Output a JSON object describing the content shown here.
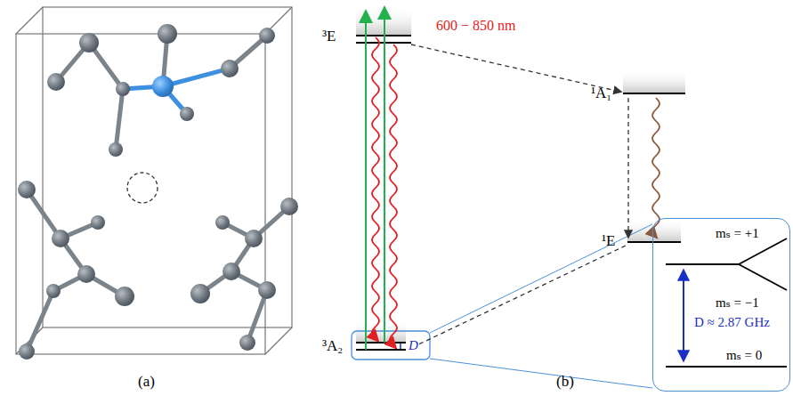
{
  "diagram": {
    "nodes": [
      {
        "text": [
          "mₛ = +1",
          "mₛ = −1",
          "D ≈ 2.87 GHz",
          "mₛ = 0"
        ]
      }
    ],
    "labels": [
      "(a)",
      "³E",
      "600 − 850 nm",
      "¹A₁",
      "¹E",
      "³A₂",
      "D",
      "(b)"
    ]
  }
}
